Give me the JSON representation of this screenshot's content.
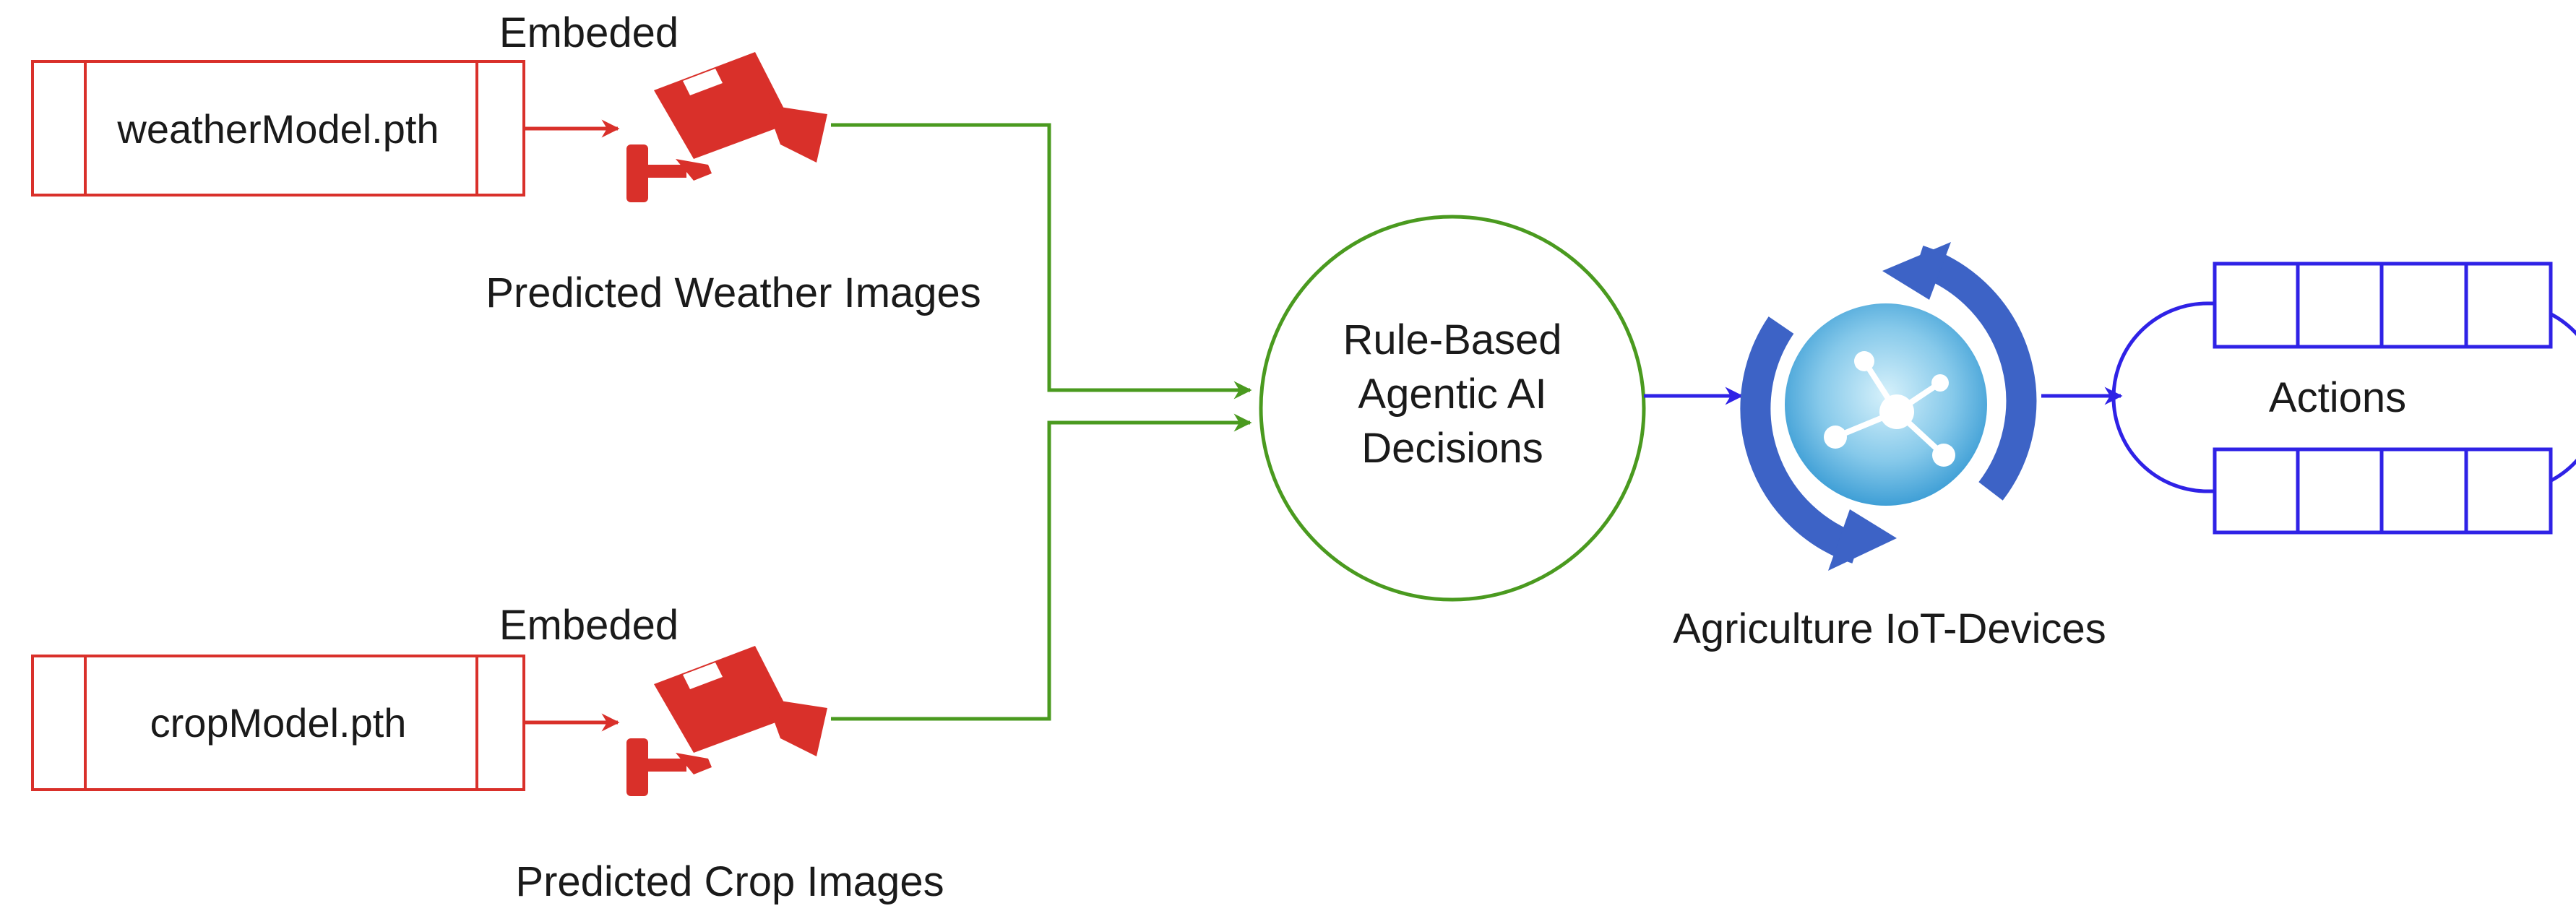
{
  "colors": {
    "model_red": "#d9302a",
    "flow_green": "#4a9a1f",
    "flow_blue": "#2f22e6",
    "iot_arrow_blue": "#3d63c6",
    "iot_circle_light": "#bfe6f7",
    "iot_circle_mid": "#41a6dc",
    "text": "#1a1a1a"
  },
  "inputs": [
    {
      "model_file": "weatherModel.pth",
      "embed_label": "Embeded",
      "output_label": "Predicted Weather Images",
      "icon": "security-camera-icon"
    },
    {
      "model_file": "cropModel.pth",
      "embed_label": "Embeded",
      "output_label": "Predicted Crop Images",
      "icon": "security-camera-icon"
    }
  ],
  "decision": {
    "lines": [
      "Rule-Based",
      "Agentic AI",
      "Decisions"
    ]
  },
  "iot": {
    "label": "Agriculture IoT-Devices",
    "icon": "iot-network-cycle-icon"
  },
  "actions": {
    "label": "Actions",
    "icon": "action-queue-icon"
  }
}
